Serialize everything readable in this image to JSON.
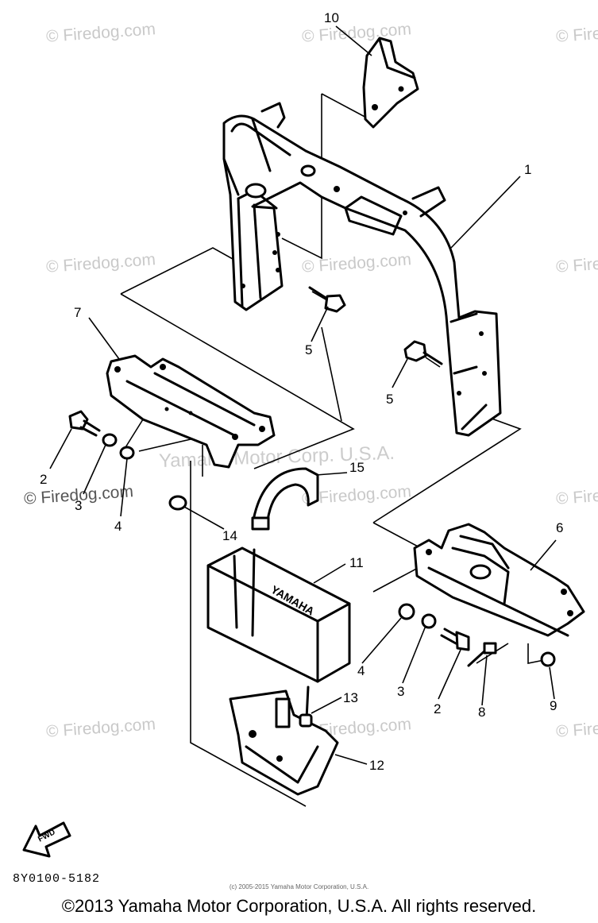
{
  "callouts": {
    "p1": "1",
    "p2a": "2",
    "p2b": "2",
    "p3a": "3",
    "p3b": "3",
    "p4a": "4",
    "p4b": "4",
    "p5a": "5",
    "p5b": "5",
    "p6": "6",
    "p7": "7",
    "p8": "8",
    "p9": "9",
    "p10": "10",
    "p11": "11",
    "p12": "12",
    "p13": "13",
    "p14": "14",
    "p15": "15"
  },
  "battery_label": "YAMAHA",
  "fwd_label": "FWD",
  "watermark": "© Firedog.com",
  "watermark_yamaha": "Yamaha Motor Corp. U.S.A.",
  "part_code": "8Y0100-5182",
  "small_copyright": "(c) 2005-2015 Yamaha Motor Corporation, U.S.A.",
  "footer": "©2013 Yamaha Motor Corporation, U.S.A. All rights reserved.",
  "colors": {
    "line": "#000000",
    "watermark": "#c9c9c9",
    "background": "#ffffff"
  }
}
